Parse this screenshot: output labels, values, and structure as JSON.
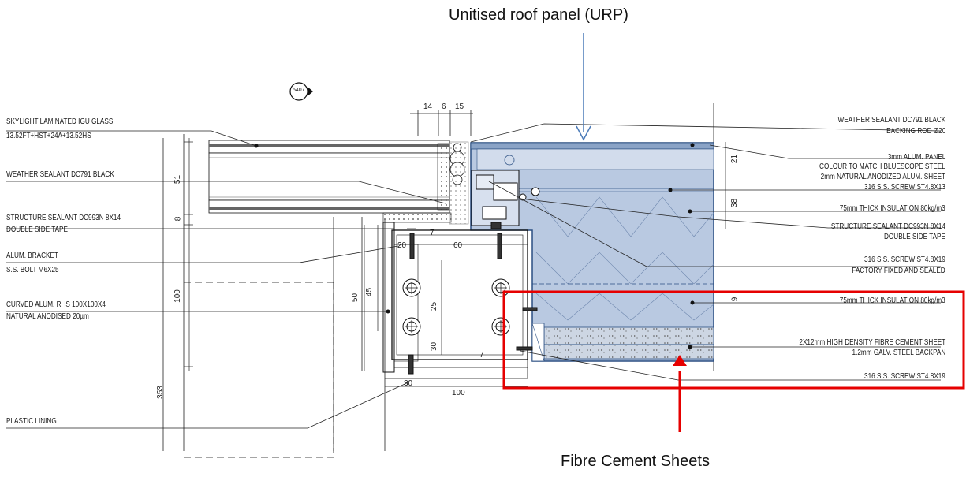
{
  "annotations": {
    "urp_title": "Unitised roof panel (URP)",
    "fibre_title": "Fibre Cement Sheets",
    "accent_blue": "#4a7ab8",
    "accent_red": "#e60000"
  },
  "section_marker": "5407",
  "left_labels": {
    "skylight": [
      "SKYLIGHT LAMINATED IGU GLASS",
      "13.52FT+HST+24A+13.52HS"
    ],
    "weather_sealant": "WEATHER SEALANT DC791 BLACK",
    "structure_sealant": [
      "STRUCTURE SEALANT DC993N 8X14",
      "DOUBLE SIDE TAPE"
    ],
    "bracket": [
      "ALUM. BRACKET",
      "S.S. BOLT M6X25"
    ],
    "rhs": [
      "CURVED ALUM. RHS 100X100X4",
      "NATURAL ANODISED 20µm"
    ],
    "plastic": "PLASTIC LINING"
  },
  "right_labels": {
    "weather": [
      "WEATHER SEALANT DC791 BLACK",
      "BACKING ROD Ø20"
    ],
    "panel": [
      "3mm ALUM. PANEL",
      "COLOUR TO MATCH BLUESCOPE STEEL",
      "2mm NATURAL ANODIZED ALUM. SHEET",
      "316 S.S. SCREW ST4.8X13"
    ],
    "insul1": "75mm THICK INSULATION 80kg/m3",
    "structure": [
      "STRUCTURE SEALANT DC993N 8X14",
      "DOUBLE SIDE TAPE"
    ],
    "screw": [
      "316 S.S. SCREW ST4.8X19",
      "FACTORY FIXED AND SEALED"
    ],
    "insul2": "75mm THICK INSULATION 80kg/m3",
    "fibre": [
      "2X12mm HIGH DENSITY FIBRE CEMENT SHEET",
      "1.2mm GALV. STEEL BACKPAN"
    ],
    "screw2": "316 S.S. SCREW ST4.8X19"
  },
  "dimensions": {
    "top_14": "14",
    "top_6": "6",
    "top_15": "15",
    "v_51": "51",
    "v_8": "8",
    "v_100": "100",
    "v_50": "50",
    "v_45": "45",
    "v_25": "25",
    "v_30": "30",
    "v_353": "353",
    "v_21": "21",
    "v_38": "38",
    "v_9": "9",
    "h_20": "20",
    "h_60": "60",
    "h_7a": "7",
    "h_7b": "7",
    "h_100": "100",
    "h_30": "30"
  }
}
